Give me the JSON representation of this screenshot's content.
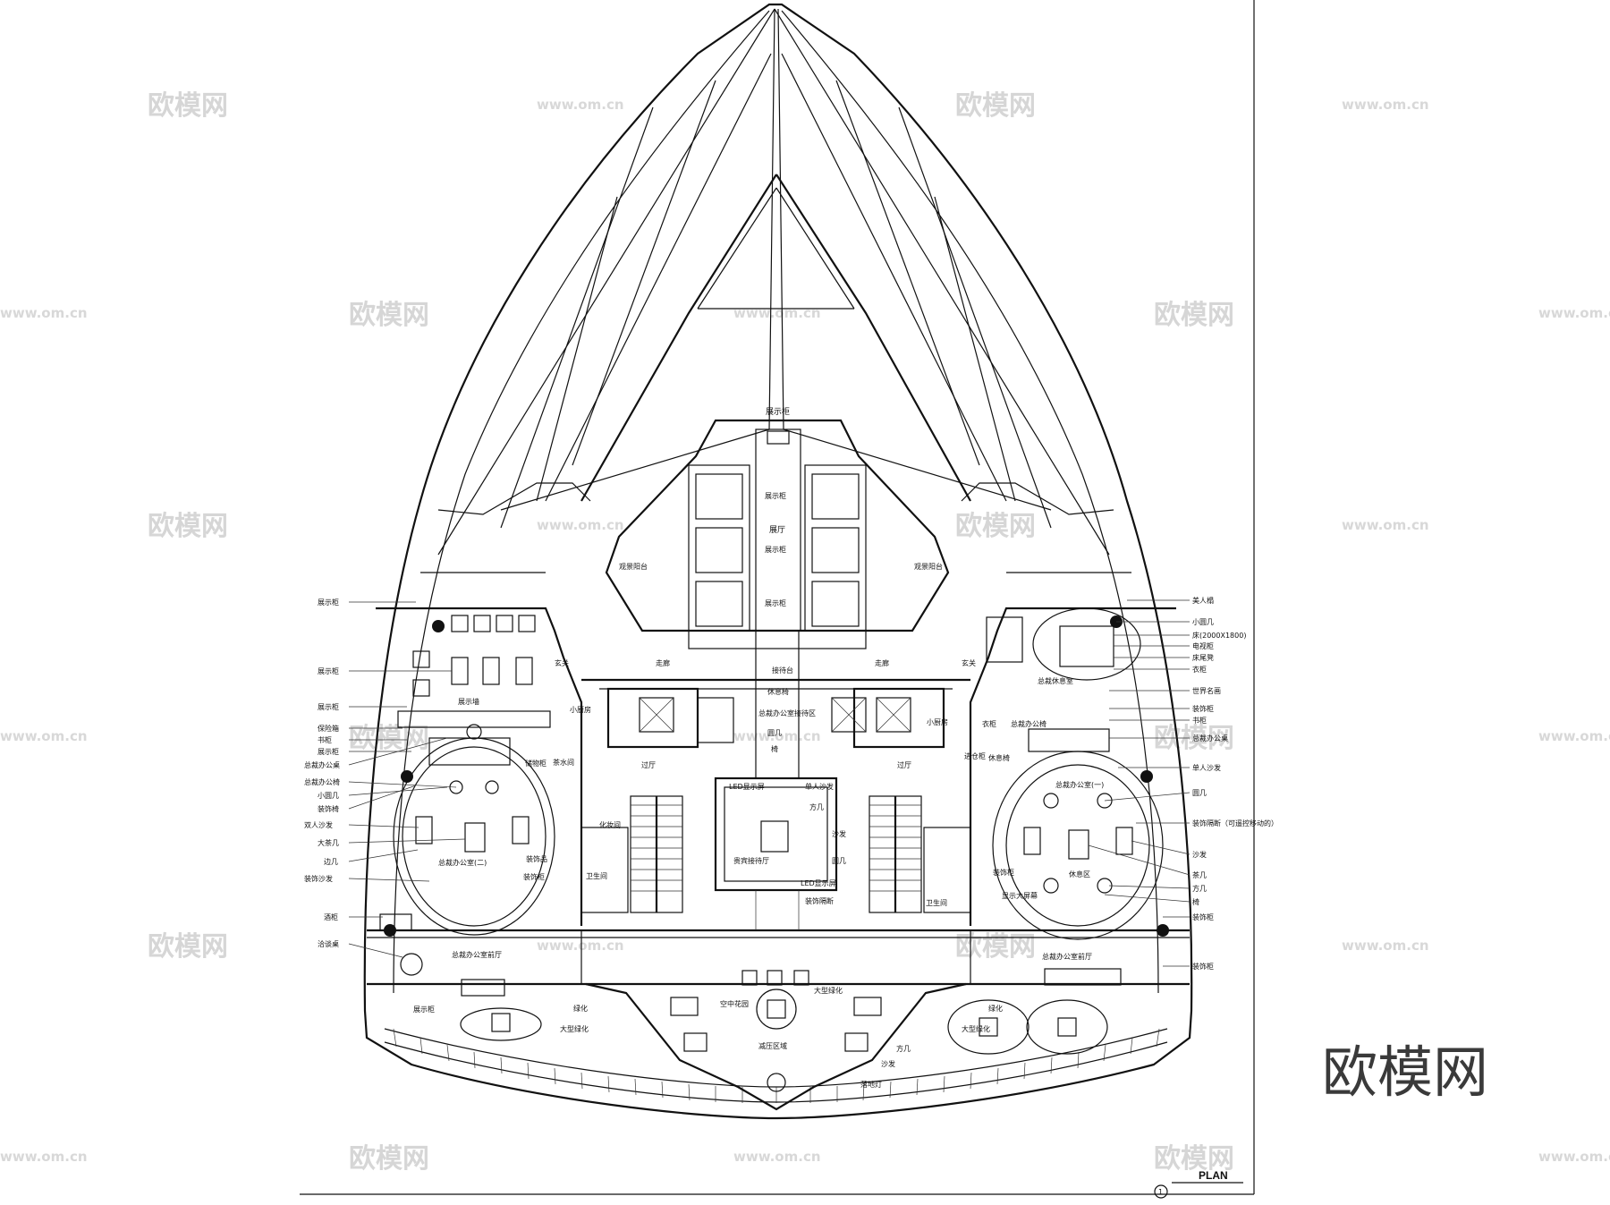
{
  "watermark": {
    "text": "欧模网",
    "url": "www.om.cn"
  },
  "brand": "欧模网",
  "plan_title": "PLAN",
  "plan_number": "1",
  "labels": {
    "display_cabinet_top": "展示柜",
    "hall": "展厅",
    "display_cabinet_1": "展示柜",
    "display_cabinet_2": "展示柜",
    "display_cabinet_3": "展示柜",
    "view_balcony_l": "观景阳台",
    "view_balcony_r": "观景阳台",
    "entrance_l": "玄关",
    "entrance_r": "玄关",
    "elevator_hall_l": "走廊",
    "elevator_hall_r": "走廊",
    "reception_desk": "接待台",
    "rest_chair": "休息椅",
    "gm_reception": "总裁办公室接待区",
    "table_center": "圆几",
    "chair_center": "椅",
    "small_kitchen": "小厨房",
    "pantry_l": "茶水间",
    "corridor_l": "过厅",
    "corridor_r": "过厅",
    "led_screen": "LED显示屏",
    "single_sofa": "单人沙发",
    "square_table": "方几",
    "sofa": "沙发",
    "vip_reception": "贵宾接待厅",
    "round_table": "圆几",
    "led_display": "LED显示屏",
    "deco_partition": "装饰隔断",
    "makeup_room": "化妆间",
    "wc_l": "卫生间",
    "wc_r": "卫生间",
    "deco_shelf_l": "装饰品",
    "deco_cabinet_l": "装饰柜",
    "gm_office_2": "总裁办公室(二)",
    "gm_office_1": "总裁办公室(一)",
    "rest_area": "休息区",
    "gm_lobby_l": "总裁办公室前厅",
    "gm_lobby_r": "总裁办公室前厅",
    "sky_garden": "空中花园",
    "large_green_top": "大型绿化",
    "large_green_l": "大型绿化",
    "large_green_r": "大型绿化",
    "green_l": "绿化",
    "green_r": "绿化",
    "relax_area": "减压区域",
    "floor_lamp": "落地灯",
    "square_table_b": "方几",
    "sofa_b": "沙发",
    "display_bottom": "展示柜",
    "display_wall": "展示墙",
    "showroom": "展厅",
    "left_callouts": [
      "展示柜",
      "展示柜",
      "展示柜",
      "保险箱",
      "书柜",
      "展示柜",
      "总裁办公桌",
      "总裁办公椅",
      "小圆几",
      "装饰椅",
      "双人沙发",
      "大茶几",
      "边几",
      "装饰沙发",
      "酒柜",
      "洽谈桌"
    ],
    "right_callouts": [
      "美人榻",
      "小圆几",
      "床(2000X1800)",
      "电视柜",
      "床尾凳",
      "衣柜",
      "世界名画",
      "装饰柜",
      "书柜",
      "总裁办公桌",
      "单人沙发",
      "圆几",
      "装饰隔断（可遥控移动的）",
      "沙发",
      "茶几",
      "方几",
      "椅",
      "装饰柜",
      "装饰柜"
    ],
    "right_inner": [
      "总裁休息室",
      "衣柜",
      "总裁办公椅",
      "休息椅",
      "装饰柜",
      "显示大屏幕",
      "进仓柜"
    ],
    "left_inner": [
      "装饰品",
      "装饰柜",
      "储物柜"
    ]
  }
}
